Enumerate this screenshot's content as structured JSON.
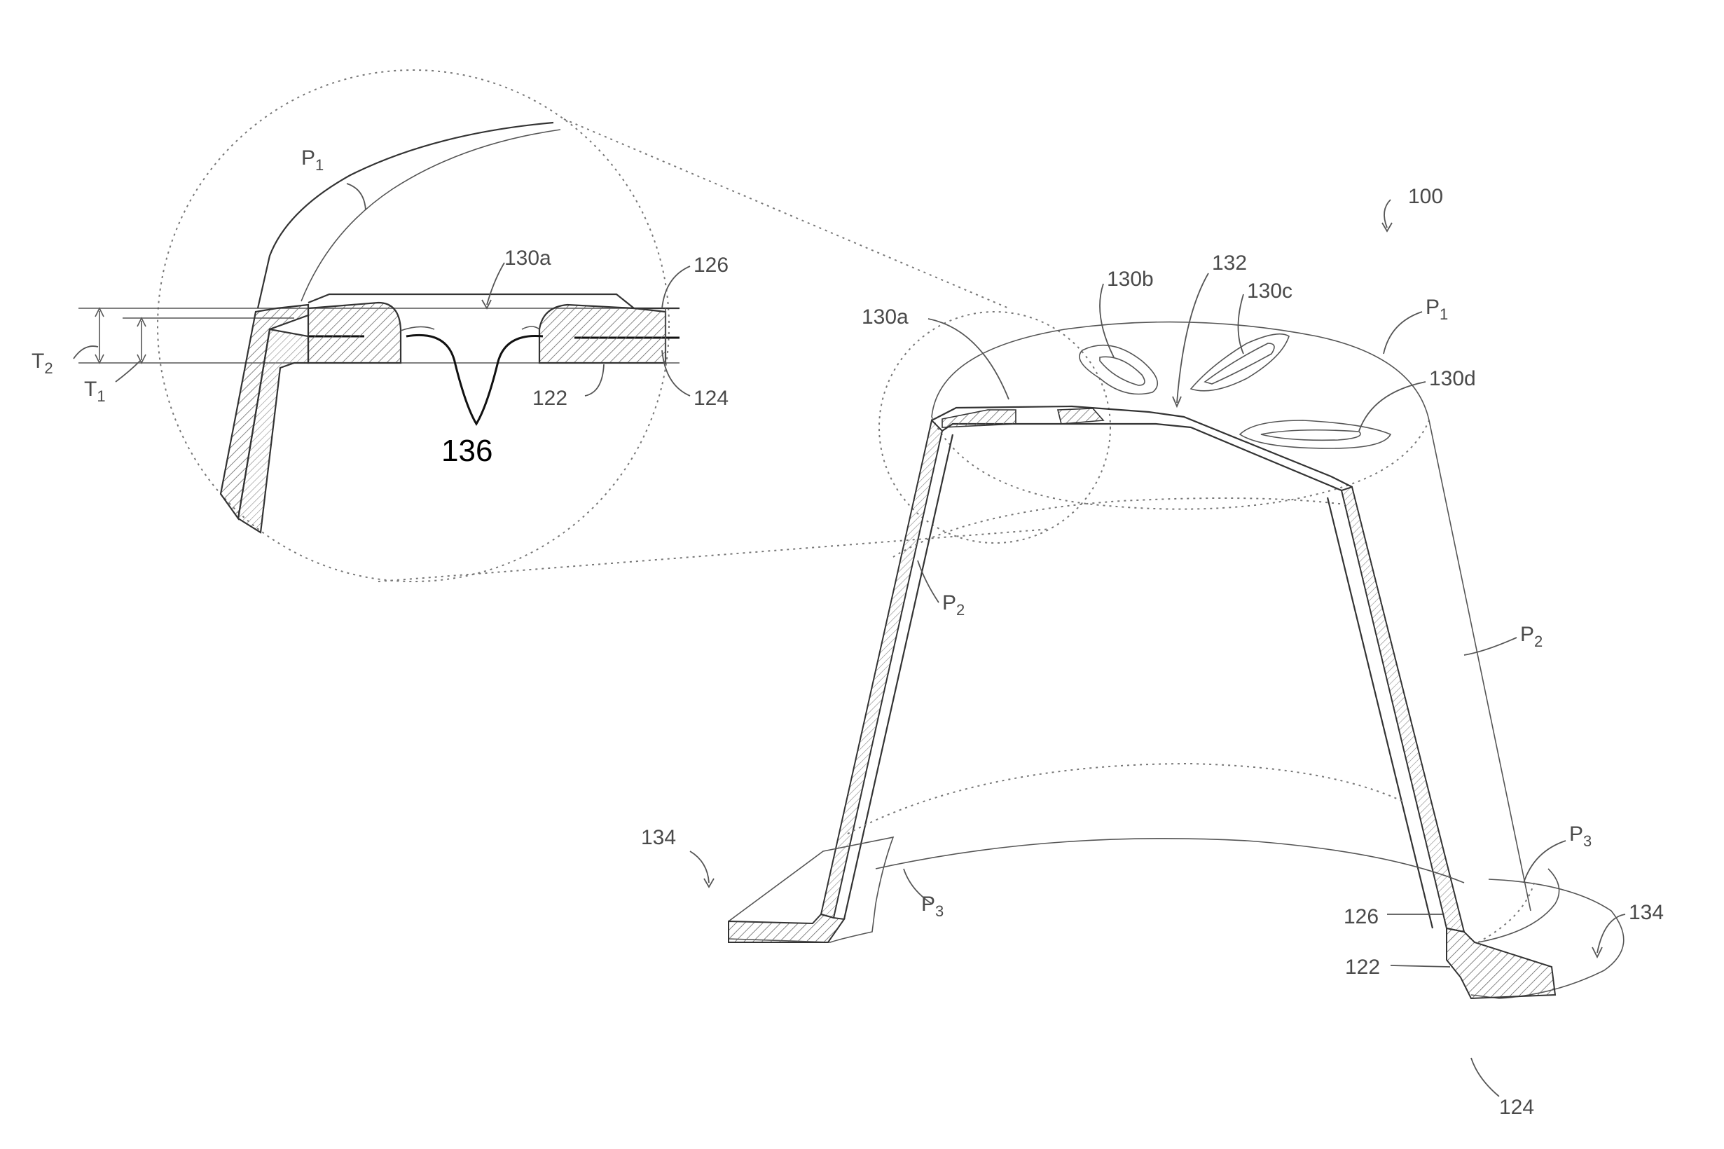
{
  "labels": {
    "fig_ref": "100",
    "p1": "P",
    "p1_sub": "1",
    "p2": "P",
    "p2_sub": "2",
    "p3": "P",
    "p3_sub": "3",
    "t1": "T",
    "t1_sub": "1",
    "t2": "T",
    "t2_sub": "2",
    "l130a": "130a",
    "l130b": "130b",
    "l130c": "130c",
    "l130d": "130d",
    "l132": "132",
    "l134": "134",
    "l122": "122",
    "l124": "124",
    "l126": "126",
    "l136": "136"
  },
  "colors": {
    "line": "#333333",
    "dotted": "#777777",
    "label": "#4a4a4a",
    "highlight": "#000000"
  }
}
